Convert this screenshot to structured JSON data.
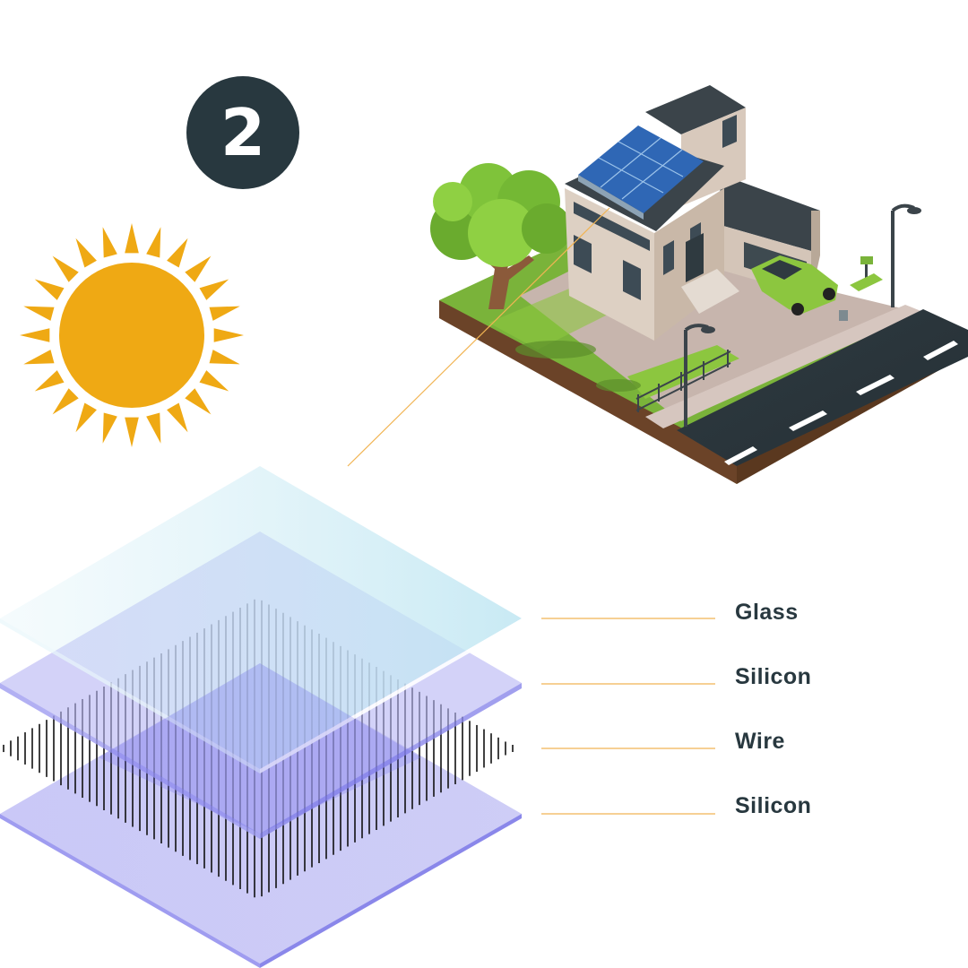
{
  "step": {
    "number": "2"
  },
  "layers": [
    {
      "label": "Glass"
    },
    {
      "label": "Silicon"
    },
    {
      "label": "Wire"
    },
    {
      "label": "Silicon"
    }
  ],
  "colors": {
    "badge": "#28383f",
    "sun": "#efa914",
    "leader_line": "#f1b453",
    "glass": "#bfe6f2",
    "silicon": "#b8b6f4",
    "wire": "#111111",
    "label_text": "#28383f"
  },
  "icons": [
    "sun-icon",
    "house-illustration",
    "solar-panel-layers"
  ]
}
